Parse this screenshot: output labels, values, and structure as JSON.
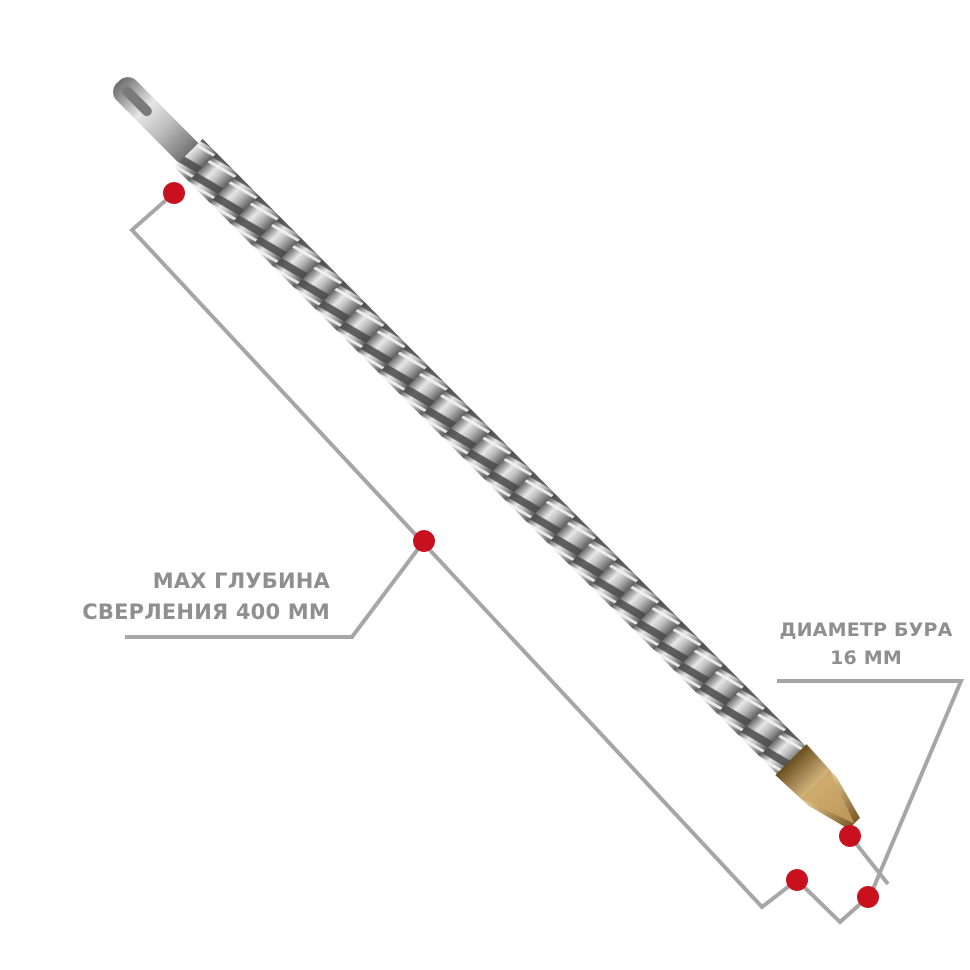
{
  "annotations": {
    "depth": {
      "line1": "MAX ГЛУБИНА",
      "line2": "СВЕРЛЕНИЯ 400 ММ"
    },
    "diameter": {
      "line1": "ДИАМЕТР БУРА",
      "line2": "16 ММ"
    }
  },
  "colors": {
    "marker": "#c8101e",
    "leader": "#a6a6a6",
    "text": "#8f8f8f",
    "steel": "#b9b9b9",
    "tip": "#b08a4a"
  },
  "icons": {
    "marker": "red-dot-marker",
    "product": "drill-bit-illustration"
  }
}
